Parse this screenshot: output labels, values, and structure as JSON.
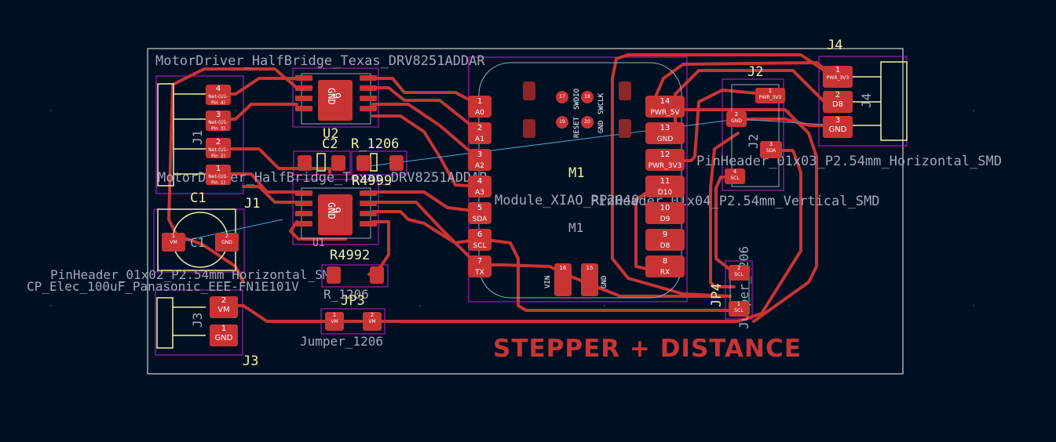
{
  "board_title": "STEPPER + DISTANCE",
  "colors": {
    "background": "#001023",
    "copper_front": "#c83434",
    "silkscreen": "#f2eda1",
    "fab": "#a5a6b8",
    "courtyard": "#c51fc5",
    "ratsnest": "#4da4c4",
    "edge_cuts": "#d0d2cd"
  },
  "labels": {
    "u1_fp": "MotorDriver_HalfBridge_Texas_DRV8251ADDAR",
    "u2_ref": "U2",
    "u2_fp": "MotorDriver_HalfBridge_Texas_DRV8251ADDAR",
    "u_small": "U1",
    "c2_ref": "C2",
    "r_fp_top": "R_1206",
    "r4999": "R4999",
    "r4992": "R4992",
    "r_fp_bottom": "R_1206",
    "c1_ref": "C1",
    "c1_fab": "C1",
    "c1_fp": "CP_Elec_100uF_Panasonic_EEE-FN1E101V",
    "j1_ref": "J1",
    "j1_fab": "J1",
    "j3_ref": "J3",
    "j3_fab": "J3",
    "j3_fp": "PinHeader_01x02_P2.54mm_Horizontal_SMD",
    "jp3_ref": "JP3",
    "jp3_fp": "Jumper_1206",
    "jp4_ref": "JP4",
    "jp4_fp": "Jumper_1206",
    "m1_ref": "M1",
    "m1_fab": "M1",
    "m1_fp": "Module_XIAO_RP2040",
    "j2_ref": "J2",
    "j2_fab": "J2",
    "j2_fp": "PinHeader_01x04_P2.54mm_Vertical_SMD",
    "j4_ref": "J4",
    "j4_fab": "J4",
    "j4_fp": "PinHeader_01x03_P2.54mm_Horizontal_SMD",
    "xiao_reset": "RESET",
    "xiao_swdio": "SWDIO",
    "xiao_gnd": "GND",
    "xiao_swclk": "SWCLK",
    "u_pad_gnd": "GND",
    "u_pad_num": "9"
  },
  "xiao_left": [
    {
      "num": "1",
      "name": "A0"
    },
    {
      "num": "2",
      "name": "A1"
    },
    {
      "num": "3",
      "name": "A2"
    },
    {
      "num": "4",
      "name": "A3"
    },
    {
      "num": "5",
      "name": "SDA"
    },
    {
      "num": "6",
      "name": "SCL"
    },
    {
      "num": "7",
      "name": "TX"
    }
  ],
  "xiao_right": [
    {
      "num": "14",
      "name": "PWR_5V"
    },
    {
      "num": "13",
      "name": "GND"
    },
    {
      "num": "12",
      "name": "PWR_3V3"
    },
    {
      "num": "11",
      "name": "D10"
    },
    {
      "num": "10",
      "name": "D9"
    },
    {
      "num": "9",
      "name": "D8"
    },
    {
      "num": "8",
      "name": "RX"
    }
  ],
  "xiao_bottom": [
    {
      "num": "16",
      "name": "VIN"
    },
    {
      "num": "15",
      "name": "GND"
    }
  ],
  "xiao_swd": [
    "17",
    "18",
    "19",
    "20"
  ],
  "j1_pads": [
    {
      "num": "4",
      "name": "Net-(U1-Pin_4)"
    },
    {
      "num": "3",
      "name": "Net-(U1-Pin_3)"
    },
    {
      "num": "2",
      "name": "Net-(U1-Pin_2)"
    },
    {
      "num": "1",
      "name": "Net-(U1-Pin_1)"
    }
  ],
  "j3_pads": [
    {
      "num": "2",
      "name": "VM"
    },
    {
      "num": "1",
      "name": "GND"
    }
  ],
  "j4_pads": [
    {
      "num": "1",
      "name": "PWR_3V3"
    },
    {
      "num": "2",
      "name": "D8"
    },
    {
      "num": "3",
      "name": "GND"
    }
  ],
  "j2_pads": [
    {
      "num": "1",
      "name": "PWR_3V3"
    },
    {
      "num": "2",
      "name": "GND"
    },
    {
      "num": "3",
      "name": "SDA"
    },
    {
      "num": "4",
      "name": "SCL"
    }
  ],
  "c1_pads": [
    {
      "num": "1",
      "name": "VM"
    },
    {
      "num": "2",
      "name": "GND"
    }
  ],
  "jp3_pads": [
    {
      "num": "1",
      "name": "VM"
    },
    {
      "num": "2",
      "name": "VM"
    }
  ],
  "jp4_pads": [
    {
      "num": "2",
      "name": "SCL"
    },
    {
      "num": "1",
      "name": "SCL"
    }
  ]
}
